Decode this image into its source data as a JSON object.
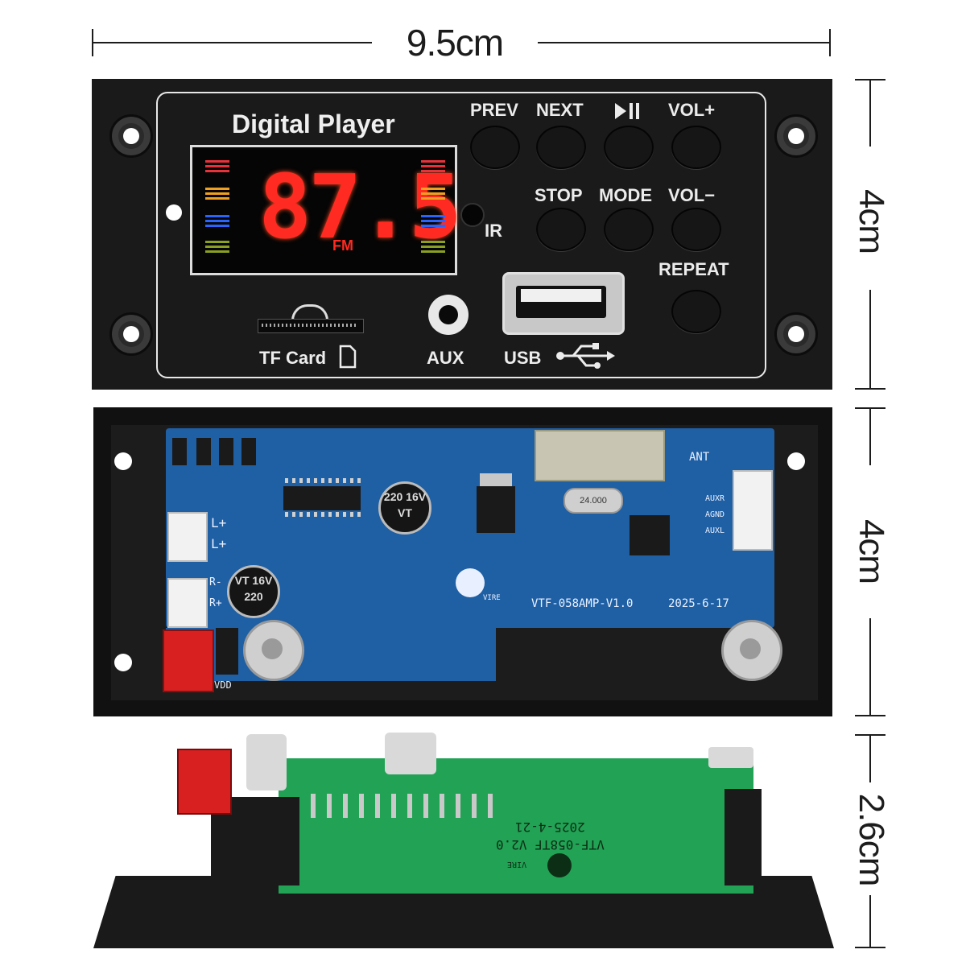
{
  "dimensions": {
    "width_label": "9.5cm",
    "front_height_label": "4cm",
    "back_height_label": "4cm",
    "side_height_label": "2.6cm"
  },
  "front_panel": {
    "title": "Digital Player",
    "display": {
      "digits": "87.5",
      "band": "FM"
    },
    "ir_label": "IR",
    "buttons": [
      "PREV",
      "NEXT",
      "VOL+",
      "STOP",
      "MODE",
      "VOL−",
      "REPEAT"
    ],
    "play_pause_icon": "play-pause-icon",
    "ports": {
      "tf": "TF Card",
      "aux": "AUX",
      "usb": "USB"
    },
    "icons": {
      "tf": "sd-card-icon",
      "usb": "usb-symbol-icon"
    },
    "colors": {
      "display_digits": "#ff2a22",
      "bar_red": "#e8323a",
      "bar_orange": "#f0a020",
      "bar_blue": "#2a64ff",
      "bar_green": "#8aa020"
    }
  },
  "back_pcb": {
    "board_id": "VTF-058AMP-V1.0",
    "date": "2025-6-17",
    "connector_labels": [
      "L+",
      "L+",
      "R-",
      "R+",
      "VDD"
    ],
    "aux_labels": [
      "AUXR",
      "AGND",
      "AUXL"
    ],
    "cap_labels": [
      "220 16V VT",
      "VT 16V 220"
    ],
    "crystal": "24.000",
    "antenna": "ANT",
    "logo_text": "VIRE"
  },
  "side_view": {
    "board_id": "VTF-058TF V2.0",
    "date": "2025-4-21",
    "logo_text": "VIRE"
  }
}
